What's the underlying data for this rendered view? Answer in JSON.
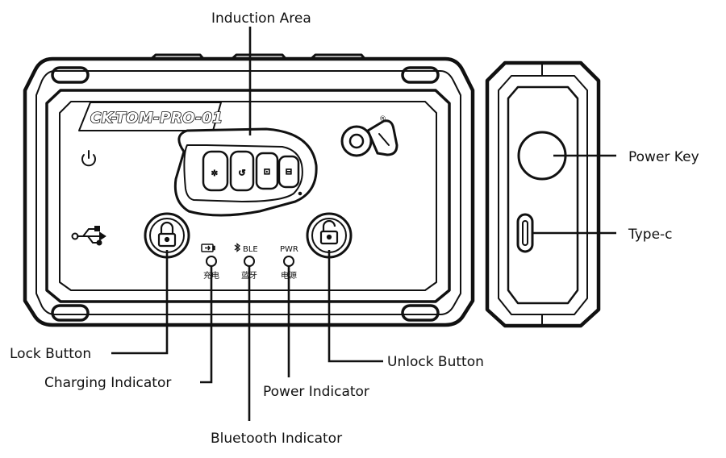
{
  "device": {
    "model_label": "CK-TOM-PRO-01",
    "indicators": {
      "charging": {
        "top": "",
        "bottom": "充电"
      },
      "bluetooth": {
        "top": "BLE",
        "bottom": "蓝牙"
      },
      "power": {
        "top": "PWR",
        "bottom": "电源"
      }
    },
    "icons": {
      "power": "power-icon",
      "usb": "usb-icon",
      "lock": "lock-icon",
      "unlock": "unlock-icon",
      "battery": "battery-icon",
      "bluetooth": "bluetooth-icon",
      "trademark": "brand-logo"
    }
  },
  "callouts": {
    "induction_area": "Induction Area",
    "power_key": "Power Key",
    "type_c": "Type-c",
    "lock_button": "Lock Button",
    "unlock_button": "Unlock Button",
    "charging_indicator": "Charging Indicator",
    "power_indicator": "Power Indicator",
    "bluetooth_indicator": "Bluetooth Indicator"
  }
}
